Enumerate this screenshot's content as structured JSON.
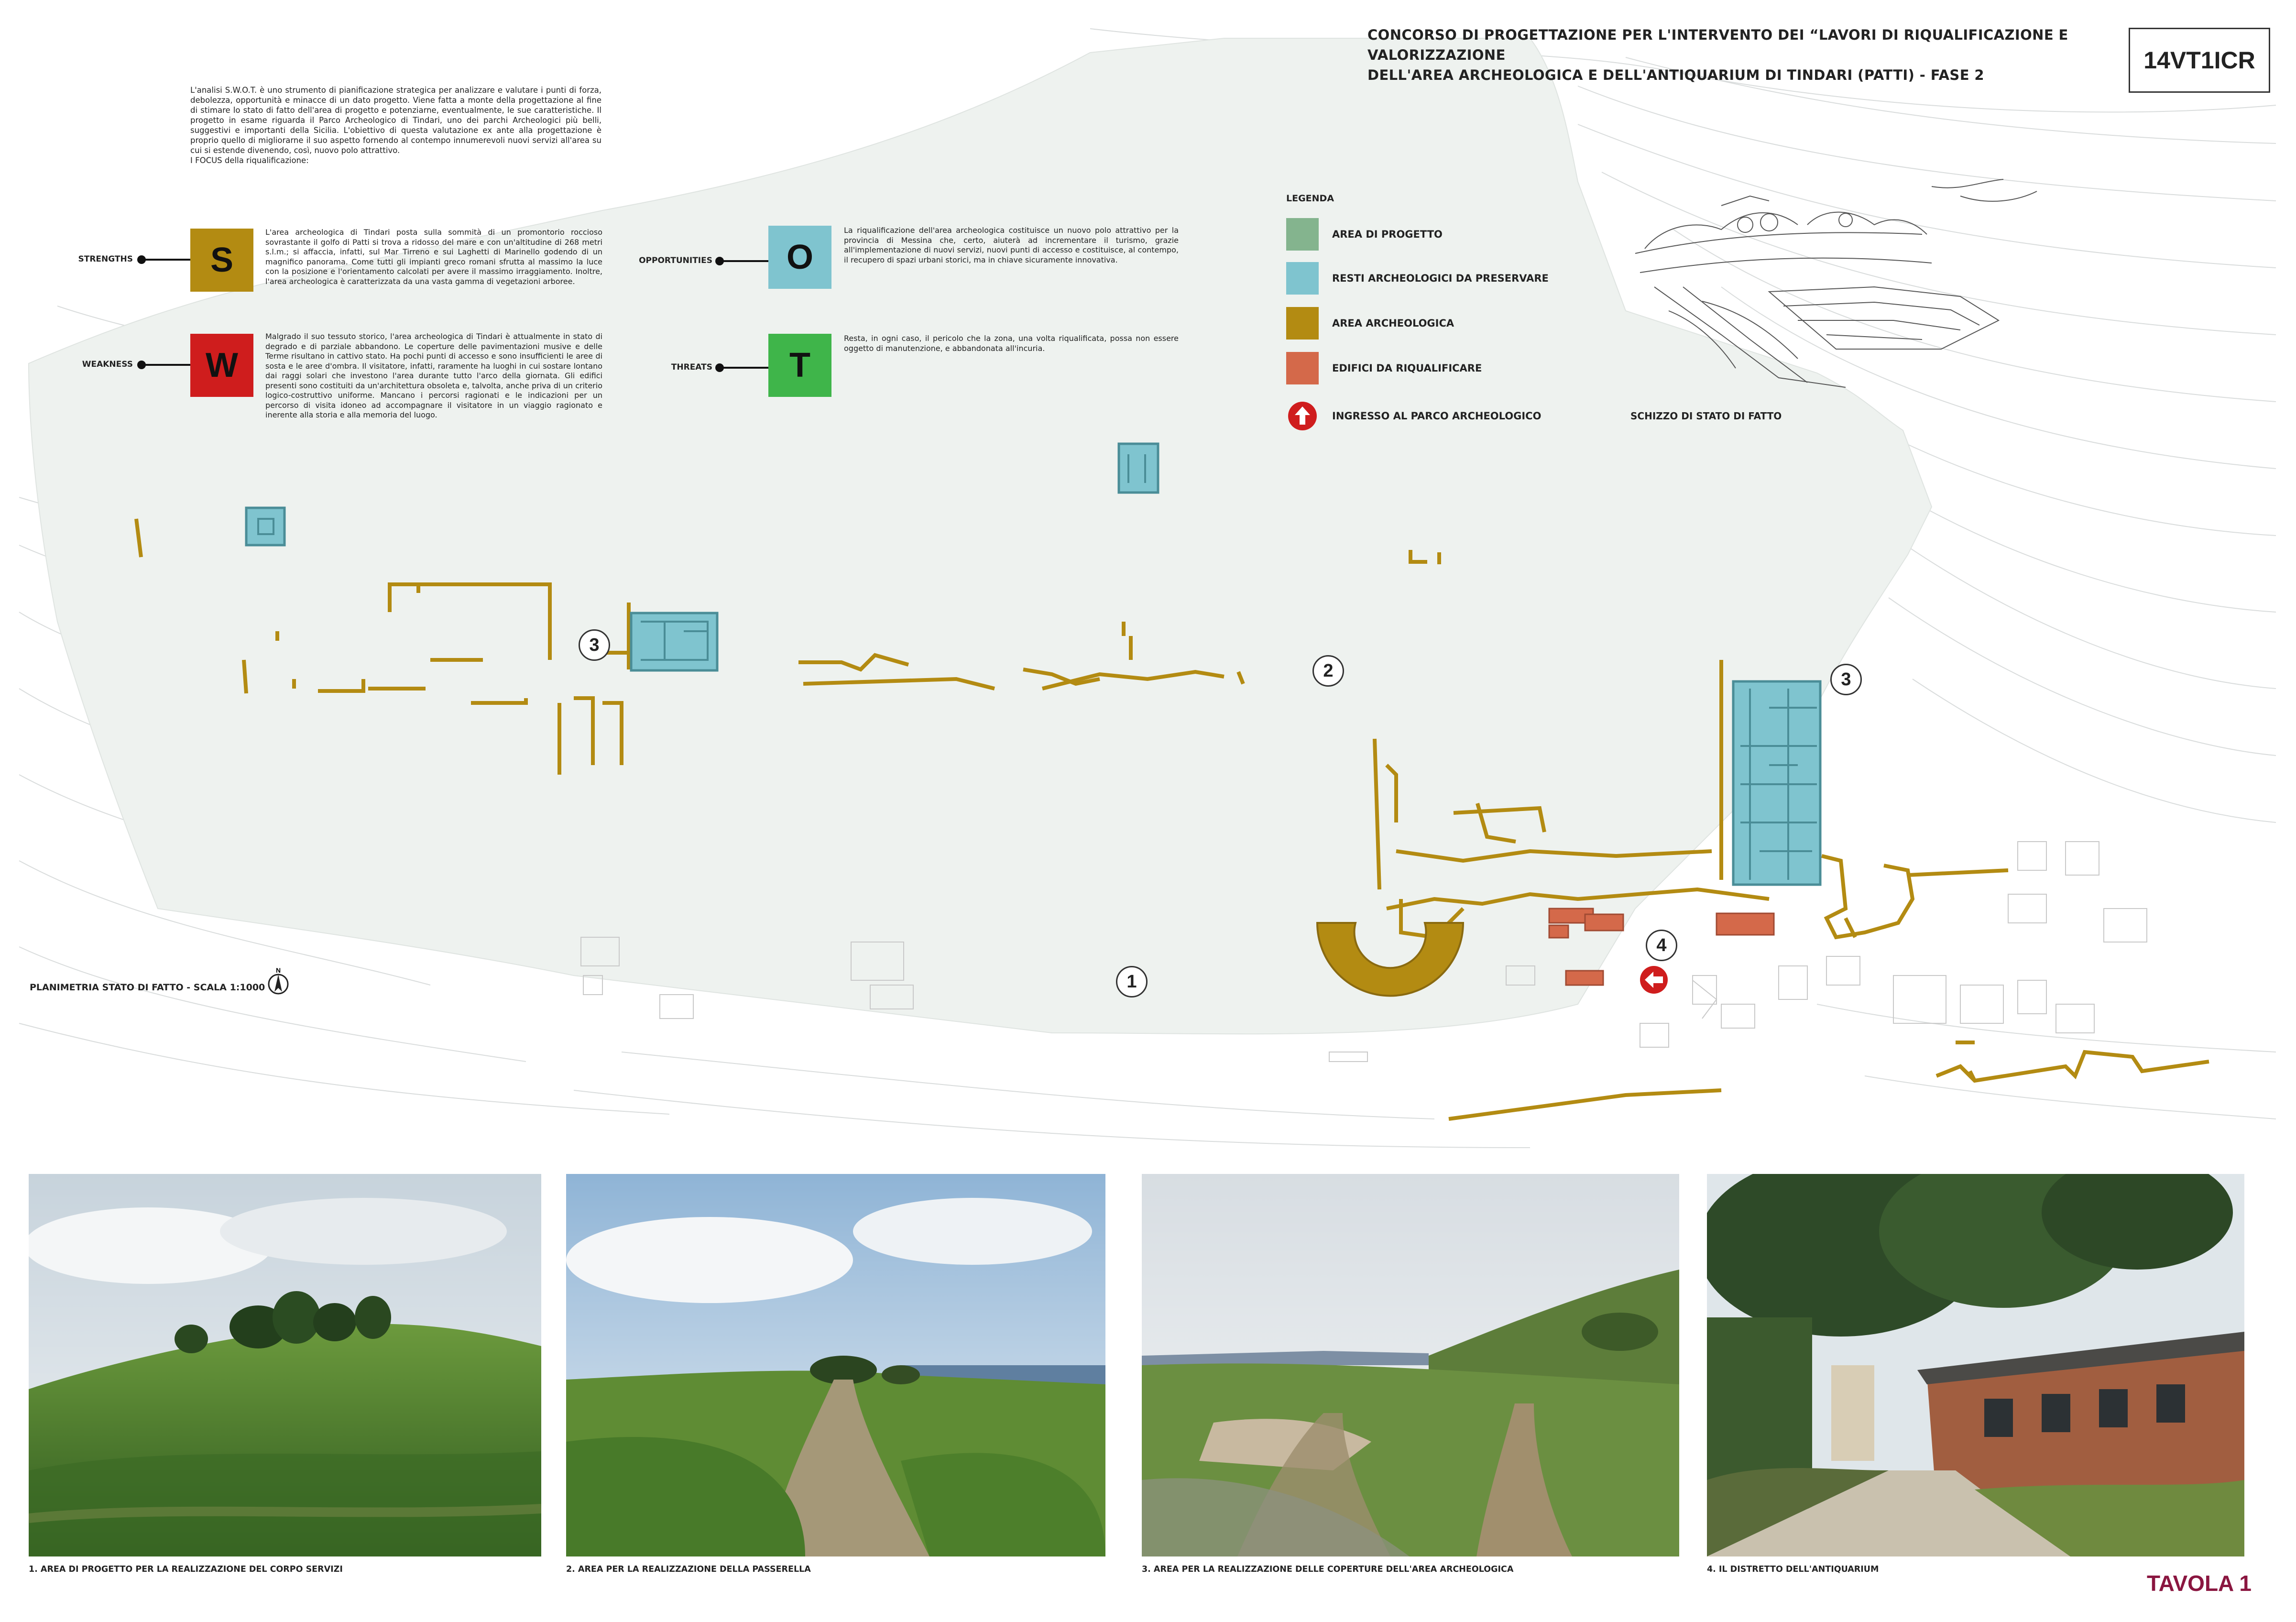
{
  "header": {
    "title_line1": "CONCORSO DI PROGETTAZIONE PER L'INTERVENTO DEI “LAVORI DI RIQUALIFICAZIONE E VALORIZZAZIONE",
    "title_line2": "DELL'AREA ARCHEOLOGICA E DELL'ANTIQUARIUM DI TINDARI (PATTI) - FASE 2",
    "code": "14VT1ICR"
  },
  "intro": {
    "paragraph": "L'analisi S.W.O.T. è uno strumento di pianificazione strategica per analizzare e valutare i punti di forza, debolezza, opportunità e minacce di un dato progetto. Viene fatta a monte della progettazione al fine di stimare lo stato di fatto dell'area di progetto e potenziarne, eventualmente, le sue caratteristiche. Il progetto in esame riguarda il Parco Archeologico di Tindari, uno dei parchi Archeologici più belli, suggestivi e importanti della Sicilia. L'obiettivo di questa valutazione ex ante alla progettazione è proprio quello di migliorarne il suo aspetto fornendo al contempo innumerevoli nuovi servizi all'area su cui si estende divenendo, così, nuovo polo attrattivo.",
    "focus": "I FOCUS della riqualificazione:"
  },
  "swot": [
    {
      "key": "strengths",
      "label": "STRENGTHS",
      "letter": "S",
      "color": "#b38b12",
      "text": "L'area archeologica di Tindari posta sulla sommità di un promontorio roccioso sovrastante il golfo di Patti si trova a ridosso del mare e con un'altitudine di 268 metri s.l.m.; si affaccia, infatti, sul Mar Tirreno e sui Laghetti di Marinello godendo di un magnifico panorama. Come tutti gli impianti greco romani sfrutta al massimo la luce con la posizione e l'orientamento calcolati per avere il massimo irraggiamento. Inoltre, l'area archeologica è caratterizzata da una vasta gamma di vegetazioni arboree."
    },
    {
      "key": "weakness",
      "label": "WEAKNESS",
      "letter": "W",
      "color": "#cf1d1d",
      "text": "Malgrado il suo tessuto storico, l'area archeologica di Tindari è attualmente in stato di degrado e di parziale abbandono. Le coperture delle pavimentazioni musive e delle Terme risultano in cattivo stato. Ha pochi punti di accesso e sono insufficienti le aree di sosta e le aree d'ombra. Il visitatore, infatti, raramente ha luoghi in cui sostare lontano dai raggi solari che investono l'area durante tutto l'arco della giornata. Gli edifici presenti sono costituiti da un'architettura obsoleta e, talvolta, anche priva di un criterio logico-costruttivo uniforme. Mancano i percorsi ragionati e le indicazioni per un percorso di visita idoneo ad accompagnare il visitatore in un viaggio ragionato e inerente alla storia e alla memoria del luogo."
    },
    {
      "key": "opportunities",
      "label": "OPPORTUNITIES",
      "letter": "O",
      "color": "#7fc4cf",
      "text": "La riqualificazione dell'area archeologica costituisce un nuovo polo attrattivo per la provincia di Messina che, certo, aiuterà ad incrementare il turismo, grazie all'implementazione di nuovi servizi, nuovi punti di accesso e costituisce, al contempo, il recupero di spazi urbani storici, ma in chiave sicuramente innovativa."
    },
    {
      "key": "threats",
      "label": "THREATS",
      "letter": "T",
      "color": "#3fb54a",
      "text": "Resta, in ogni caso, il pericolo che la zona, una volta riqualificata, possa non essere oggetto di manutenzione, e abbandonata all'incuria."
    }
  ],
  "legend": {
    "title": "LEGENDA",
    "items": [
      {
        "label": "AREA DI PROGETTO",
        "color": "#84b48e"
      },
      {
        "label": "RESTI ARCHEOLOGICI DA PRESERVARE",
        "color": "#7fc4cf"
      },
      {
        "label": "AREA ARCHEOLOGICA",
        "color": "#b38b12"
      },
      {
        "label": "EDIFICI DA RIQUALIFICARE",
        "color": "#d4694a"
      },
      {
        "label": "INGRESSO AL PARCO ARCHEOLOGICO",
        "color": "#cf1d1d",
        "icon": "arrow-up-icon"
      }
    ]
  },
  "sketch": {
    "label": "SCHIZZO DI STATO DI FATTO"
  },
  "plan": {
    "label": "PLANIMETRIA STATO DI FATTO - SCALA 1:1000",
    "markers": [
      "3",
      "2",
      "3",
      "1",
      "4"
    ],
    "north_icon": "north-arrow-icon"
  },
  "photos": [
    {
      "caption": "1. AREA DI PROGETTO PER LA REALIZZAZIONE DEL CORPO SERVIZI"
    },
    {
      "caption": "2. AREA PER LA REALIZZAZIONE DELLA PASSERELLA"
    },
    {
      "caption": "3. AREA PER LA REALIZZAZIONE DELLE COPERTURE DELL'AREA ARCHEOLOGICA"
    },
    {
      "caption": "4. IL DISTRETTO DELL'ANTIQUARIUM"
    }
  ],
  "footer": {
    "tavola": "TAVOLA 1"
  }
}
